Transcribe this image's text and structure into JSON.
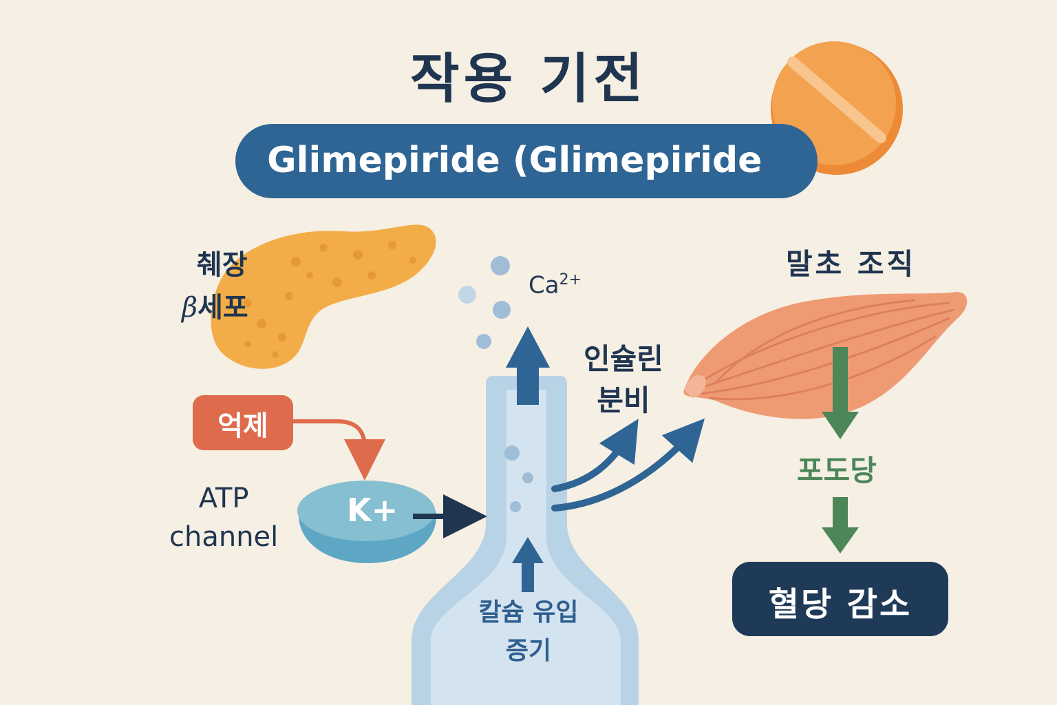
{
  "title": "작용 기전",
  "drug_banner": {
    "text": "Glimepiride (Glimepiride"
  },
  "pancreas": {
    "label_line1": "췌장",
    "label_beta": "β",
    "label_line2": "세포"
  },
  "inhibit": {
    "label": "억제"
  },
  "atp_channel": {
    "label_line1": "ATP",
    "label_line2": "channel",
    "ion": "K+"
  },
  "calcium": {
    "ion_base": "Ca",
    "ion_charge": "2+",
    "influx_line1": "칼슘 유입",
    "influx_line2": "증기"
  },
  "insulin": {
    "line1": "인슐린",
    "line2": "분비"
  },
  "tissue": {
    "label": "말초 조직"
  },
  "glucose": {
    "label": "포도당"
  },
  "result": {
    "label": "혈당 감소"
  },
  "colors": {
    "background": "#f6efe4",
    "navy": "#1f3550",
    "banner_blue": "#2f6594",
    "pill_orange": "#f0a04b",
    "pancreas_orange": "#f2ad48",
    "inhibit_red": "#de6b4c",
    "channel_teal": "#7fb8cc",
    "vessel_blue": "#b9d3e6",
    "muscle_salmon": "#ee9b74",
    "glucose_green": "#4c8659"
  },
  "icons": [
    "pill-icon",
    "pancreas-icon",
    "atp-channel-icon",
    "beta-cell-vessel-icon",
    "muscle-icon"
  ]
}
